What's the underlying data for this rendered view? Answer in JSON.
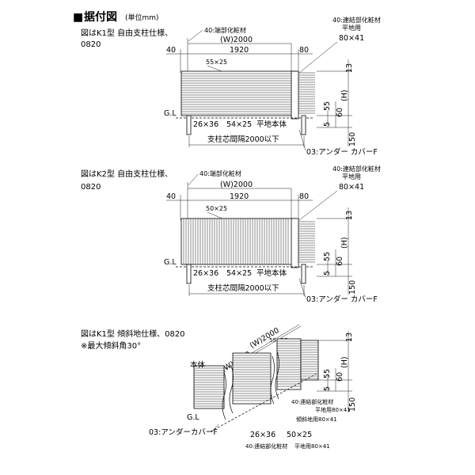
{
  "header": {
    "marker": "■",
    "title": "据付図",
    "unit": "(単位mm)"
  },
  "diagrams": [
    {
      "caption1": "図はK1型 自由支柱仕様、",
      "caption2": "0820",
      "dim_40": "40",
      "dim_w": "(W)2000",
      "dim_1920": "1920",
      "dim_80": "80",
      "dim_slat": "55×25",
      "dim_13": "13",
      "dim_h": "(H)",
      "dim_55": "55",
      "dim_60": "60",
      "dim_5": "5",
      "dim_150": "150",
      "gl": "G.L",
      "dim_post_a": "26×36",
      "dim_post_b": "54×25",
      "label_body": "平地本体",
      "label_pitch": "支柱芯間隔2000以下",
      "label_cover": "03:アンダー カバーF",
      "label_end": "40:端部化粧材",
      "label_join1": "40:連結部化粧材",
      "label_join2": "平地用",
      "label_join3": "80×41"
    },
    {
      "caption1": "図はK2型 自由支柱仕様、",
      "caption2": "0820",
      "dim_40": "40",
      "dim_w": "(W)2000",
      "dim_1920": "1920",
      "dim_80": "80",
      "dim_slat": "50×25",
      "dim_13": "13",
      "dim_h": "(H)",
      "dim_55": "55",
      "dim_60": "60",
      "dim_5": "5",
      "dim_150": "150",
      "gl": "G.L",
      "dim_post_a": "26×36",
      "dim_post_b": "54×25",
      "label_body": "平地本体",
      "label_pitch": "支柱芯間隔2000以下",
      "label_cover": "03:アンダー カバーF",
      "label_end": "40:端部化粧材",
      "label_join1": "40:連結部化粧材",
      "label_join2": "平地用",
      "label_join3": "80×41"
    }
  ],
  "slope": {
    "caption1": "図はK1型 傾斜地仕様、0820",
    "caption2": "※最大傾斜角30°",
    "dim_w1": "(W)2000",
    "dim_w2": "(W)2000",
    "dim_slat": "55×25",
    "dim_13": "13",
    "dim_h": "(H)",
    "dim_55": "55",
    "dim_60": "60",
    "dim_5": "5",
    "dim_150": "150",
    "label_body": "本体",
    "gl": "G.L",
    "label_cover": "03:アンダーカバーF",
    "dim_post_a": "26×36",
    "dim_post_b": "50×25",
    "label_join_a1": "40:連結部化粧材",
    "label_join_a2": "平地用80×41",
    "label_join_b": "傾斜地用80×41",
    "label_join_c1": "40:連結部化粧材",
    "label_join_c2": "平地用80×41"
  }
}
